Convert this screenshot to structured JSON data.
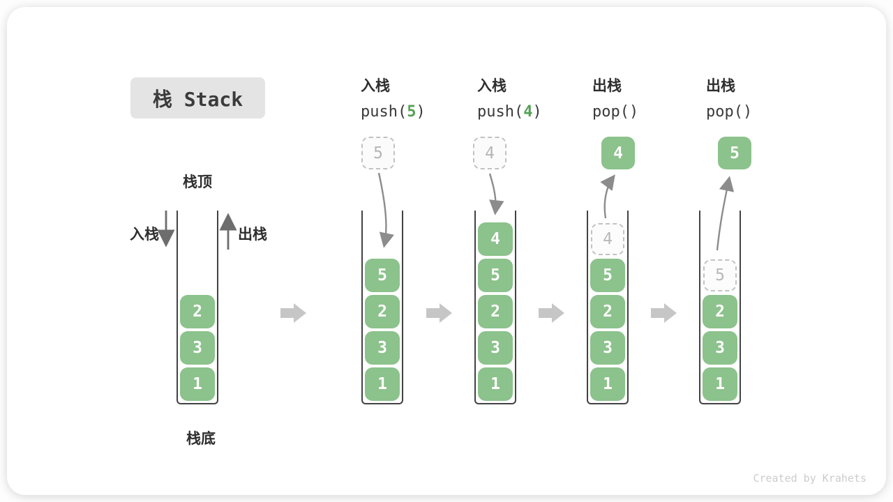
{
  "title": "栈 Stack",
  "watermark": "Created by Krahets",
  "labels": {
    "stack_top": "栈顶",
    "stack_bottom": "栈底",
    "push_side": "入栈",
    "pop_side": "出栈"
  },
  "operations": [
    {
      "name": "入栈",
      "code_pre": "push(",
      "arg": "5",
      "code_post": ")"
    },
    {
      "name": "入栈",
      "code_pre": "push(",
      "arg": "4",
      "code_post": ")"
    },
    {
      "name": "出栈",
      "code_pre": "pop(",
      "arg": "",
      "code_post": ")"
    },
    {
      "name": "出栈",
      "code_pre": "pop(",
      "arg": "",
      "code_post": ")"
    }
  ],
  "stacks": [
    {
      "cells": [
        "2",
        "3",
        "1"
      ]
    },
    {
      "float": "5",
      "cells": [
        "5",
        "2",
        "3",
        "1"
      ]
    },
    {
      "float": "4",
      "cells": [
        "4",
        "5",
        "2",
        "3",
        "1"
      ]
    },
    {
      "float": "4",
      "ghost": "4",
      "cells": [
        "5",
        "2",
        "3",
        "1"
      ]
    },
    {
      "float": "5",
      "ghost": "5",
      "cells": [
        "2",
        "3",
        "1"
      ]
    }
  ],
  "colors": {
    "box_green": "#8cc28c",
    "arg_green": "#55a055",
    "label_dark": "#2e2e2e",
    "arrow_gray": "#8c8c8c",
    "chevron_gray": "#c6c6c6",
    "title_bg": "#e4e4e4"
  }
}
